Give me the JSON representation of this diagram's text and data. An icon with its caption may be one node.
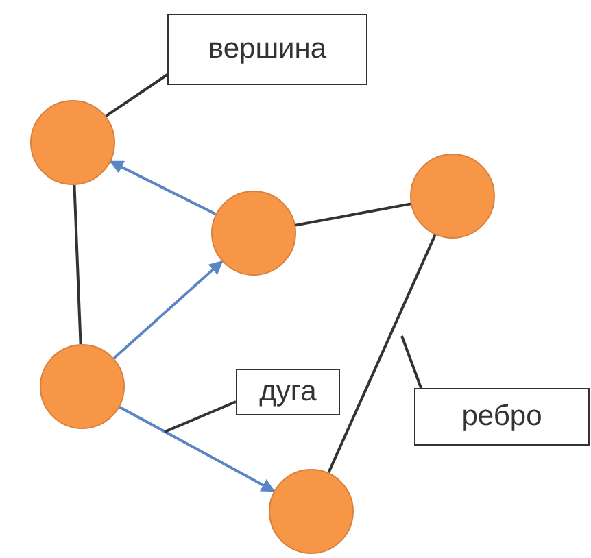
{
  "diagram": {
    "nodes": [
      {
        "text": [
          "вершина"
        ]
      },
      {
        "text": [],
        "shape": "circle"
      },
      {
        "text": [],
        "shape": "circle"
      },
      {
        "text": [],
        "shape": "circle"
      },
      {
        "text": [],
        "shape": "circle"
      },
      {
        "text": [
          "дуга"
        ]
      },
      {
        "text": [
          "ребро"
        ]
      },
      {
        "text": [],
        "shape": "circle"
      }
    ],
    "edges": [
      {
        "from": 1,
        "to": 4,
        "arrow": "none"
      },
      {
        "from": 3,
        "to": 1,
        "arrow": "to",
        "color": "#5b86c5"
      },
      {
        "from": 3,
        "to": 2,
        "arrow": "none"
      },
      {
        "from": 2,
        "to": 7,
        "arrow": "none"
      },
      {
        "from": 4,
        "to": 3,
        "arrow": "to",
        "color": "#5b86c5"
      },
      {
        "from": 4,
        "to": 7,
        "arrow": "to",
        "color": "#5b86c5"
      },
      {
        "from": 0,
        "to": 1,
        "arrow": "none"
      },
      {
        "from": 5,
        "to": null,
        "arrow": "none"
      },
      {
        "from": 6,
        "to": null,
        "arrow": "none"
      }
    ]
  }
}
